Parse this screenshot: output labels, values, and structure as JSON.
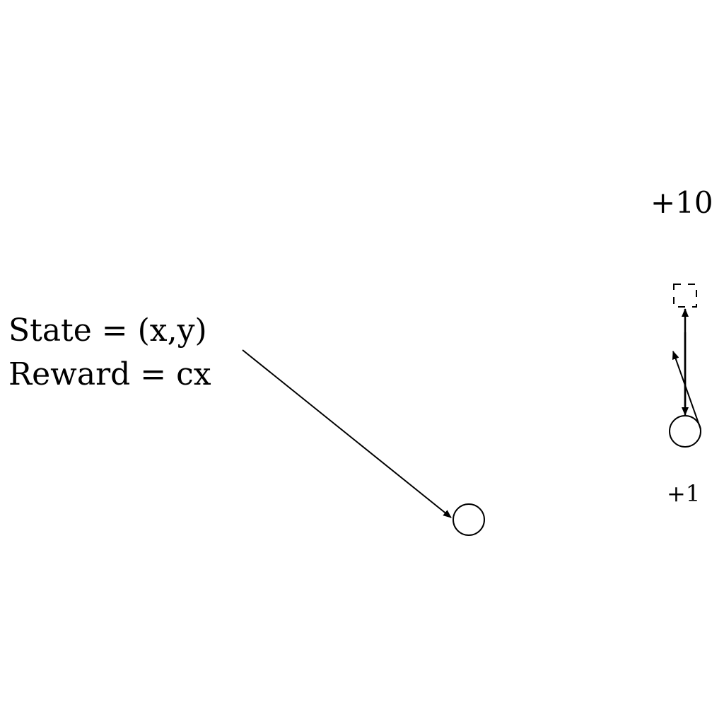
{
  "labels": {
    "state": "State = (x,y)",
    "reward": "Reward = cx",
    "goal_reward": "+10",
    "local_reward": "+1"
  },
  "colors": {
    "stroke": "#000000",
    "background": "#ffffff"
  }
}
